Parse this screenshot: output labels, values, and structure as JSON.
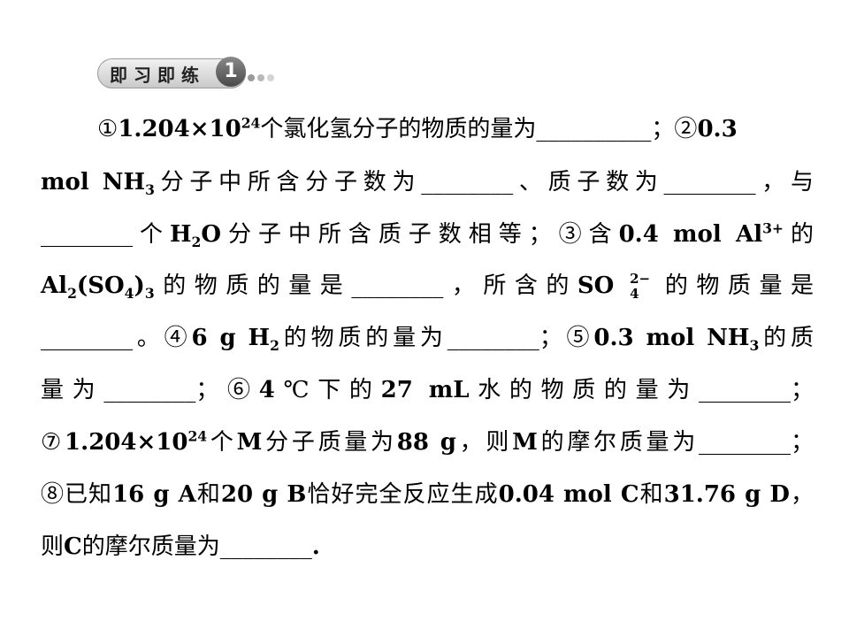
{
  "header": {
    "badge_text": "即习即练",
    "badge_number": "1"
  },
  "lines": {
    "l1": {
      "a": "①",
      "b": "1.204×10",
      "c": "24",
      "d": "个氯化氢分子的物质的量为",
      "e": "__________",
      "f": "；②",
      "g": "0.3"
    },
    "l2": {
      "a": "mol",
      "b": "NH",
      "c": "3",
      "d": "分子中所含分子数为",
      "e": "________",
      "f": "、质子数为",
      "g": "________",
      "h": "，与"
    },
    "l3": {
      "a": "________",
      "b": "个",
      "c": "H",
      "d": "2",
      "e": "O",
      "f": "分子中所含质子数相等；③含",
      "g": "0.4",
      "h": "mol",
      "i": "Al",
      "j": "3+",
      "k": "的"
    },
    "l4": {
      "a": "Al",
      "b": "2",
      "c": "(SO",
      "d": "4",
      "e": ")",
      "f": "3",
      "g": "的物质的量是",
      "h": "________",
      "i": "，所含的",
      "j": "SO",
      "k": "2−",
      "l": "4",
      "m": "的物质量是"
    },
    "l5": {
      "a": "________",
      "b": "。④",
      "c": "6 g H",
      "d": "2",
      "e": "的物质的量为",
      "f": "________",
      "g": "；⑤",
      "h": "0.3 mol NH",
      "i": "3",
      "j": "的质"
    },
    "l6": {
      "a": "量为",
      "b": "________",
      "c": "；⑥",
      "d": "4",
      "e": "℃下的",
      "f": "27",
      "g": "mL",
      "h": "水的物质的量为",
      "i": "________",
      "j": "；"
    },
    "l7": {
      "a": "⑦",
      "b": "1.204×10",
      "c": "24",
      "d": "个",
      "e": "M",
      "f": "分子质量为",
      "g": "88 g",
      "h": "，则",
      "i": "M",
      "j": "的摩尔质量为",
      "k": "________",
      "l": "；"
    },
    "l8": {
      "a": "⑧已知",
      "b": "16 g A",
      "c": "和",
      "d": "20 g B",
      "e": "恰好完全反应生成",
      "f": "0.04 mol C",
      "g": "和",
      "h": "31.76 g D",
      "i": "，"
    },
    "l9": {
      "a": "则",
      "b": "C",
      "c": "的摩尔质量为",
      "d": "________",
      "e": "."
    }
  }
}
